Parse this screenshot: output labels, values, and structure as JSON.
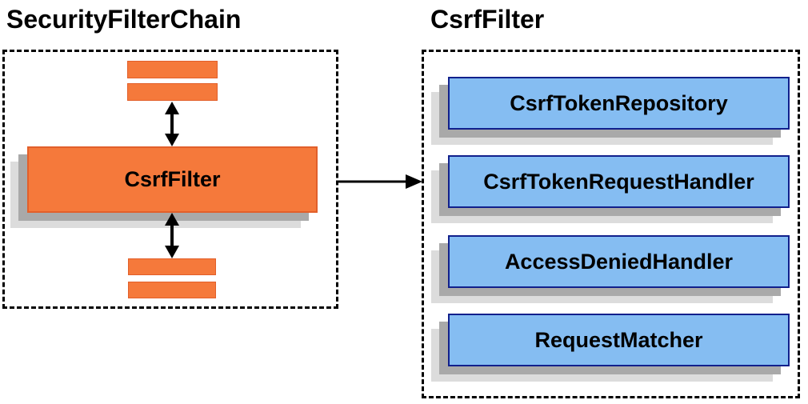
{
  "left_panel": {
    "title": "SecurityFilterChain",
    "filter_box_label": "CsrfFilter",
    "other_filters": [
      "filter-bar-top-1",
      "filter-bar-top-2",
      "filter-bar-bottom-1",
      "filter-bar-bottom-2"
    ]
  },
  "right_panel": {
    "title": "CsrfFilter",
    "components": [
      {
        "label": "CsrfTokenRepository"
      },
      {
        "label": "CsrfTokenRequestHandler"
      },
      {
        "label": "AccessDeniedHandler"
      },
      {
        "label": "RequestMatcher"
      }
    ]
  },
  "connectors": {
    "vertical_arrows": "double-headed",
    "horizontal_arrow": "left-chain-to-right-detail"
  },
  "colors": {
    "orange_fill": "#f5793b",
    "orange_border": "#e25f2a",
    "blue_fill": "#85bdf2",
    "blue_border": "#11208c",
    "shadow_dark": "#a9a9a9",
    "shadow_light": "#dcdcdc",
    "dashed_border": "#000000",
    "arrow": "#000000",
    "title_text": "#000000"
  }
}
